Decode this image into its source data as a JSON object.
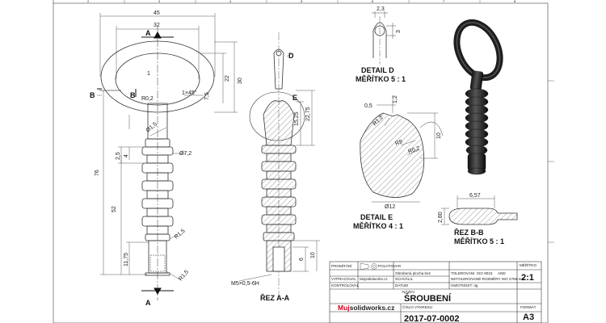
{
  "drawing": {
    "frame_ticks": [
      "2",
      "3",
      "4",
      "5",
      "6",
      "7",
      "8"
    ],
    "section_marks": {
      "a": "A",
      "b": "B",
      "d": "D",
      "e": "E"
    },
    "main_dims": {
      "d45": "45",
      "d32": "32",
      "d30": "30",
      "d22": "22",
      "d1": "1",
      "d7_5": "7,5",
      "r0_2": "R0,2",
      "chamfer": "1×45°",
      "d1_5": "Ø1,5",
      "d76": "76",
      "d7_2": "Ø7,2",
      "d4": "4",
      "d2_5": "2,5",
      "d52": "52",
      "r1_5": "R1,5",
      "d11_75": "11,75",
      "r1_5b": "R1,5"
    },
    "section_dims": {
      "d15_25": "15,25",
      "d22_75": "22,75",
      "d6": "6",
      "d10": "10",
      "thread": "M5×0,5-6H"
    },
    "detail_d_dims": {
      "d2_3": "2,3",
      "d3": "3"
    },
    "detail_e_dims": {
      "d0_5": "0,5",
      "d1_2": "1,2",
      "r1_2": "R1,2",
      "r9": "R9",
      "r0_2": "R0,2",
      "d10": "10",
      "d12": "Ø12"
    },
    "rez_bb_dims": {
      "d6_57": "6,57",
      "d2_8": "2,80"
    },
    "labels": {
      "detail_d": "DETAIL D",
      "detail_d_scale": "MĚŘÍTKO 5 : 1",
      "detail_e": "DETAIL E",
      "detail_e_scale": "MĚŘÍTKO 4 : 1",
      "rez_aa": "ŘEZ A-A",
      "rez_bb": "ŘEZ B-B",
      "rez_bb_scale": "MĚŘÍTKO 5 : 1"
    }
  },
  "title_block": {
    "row_labels": [
      "PROMÍTÁNÍ",
      "VYPRACOVAL",
      "KONTROLOVAL"
    ],
    "polotovar": "POLOTOVAR",
    "info": [
      "Obrobená plocha bez",
      "SCHVÁLIL",
      "DATUM"
    ],
    "drafter": "Mujsolidworks.cz",
    "tolerance_label": "TOLEROVÁNÍ",
    "tolerance_value": "ISO 8015",
    "tolerance_extra": "AND",
    "unlimited": "NETOLEROVANÉ ROZMĚRY ISO 2768-m-K",
    "mass": "HMOTNOST: 4g",
    "scale_label": "MĚŘÍTKO",
    "scale": "2:1",
    "name_label": "NÁZEV",
    "title": "ŠROUBENÍ",
    "number_label": "ČÍSLO VÝKRESU",
    "drawing_number": "2017-07-0002",
    "format_label": "FORMÁT",
    "format": "A3",
    "brand_red": "Muj",
    "brand_rest": "solidworks.cz"
  },
  "colors": {
    "line": "#333333",
    "hatch": "#555555",
    "brand": "#d0021b",
    "render": "#1e1e1e"
  }
}
